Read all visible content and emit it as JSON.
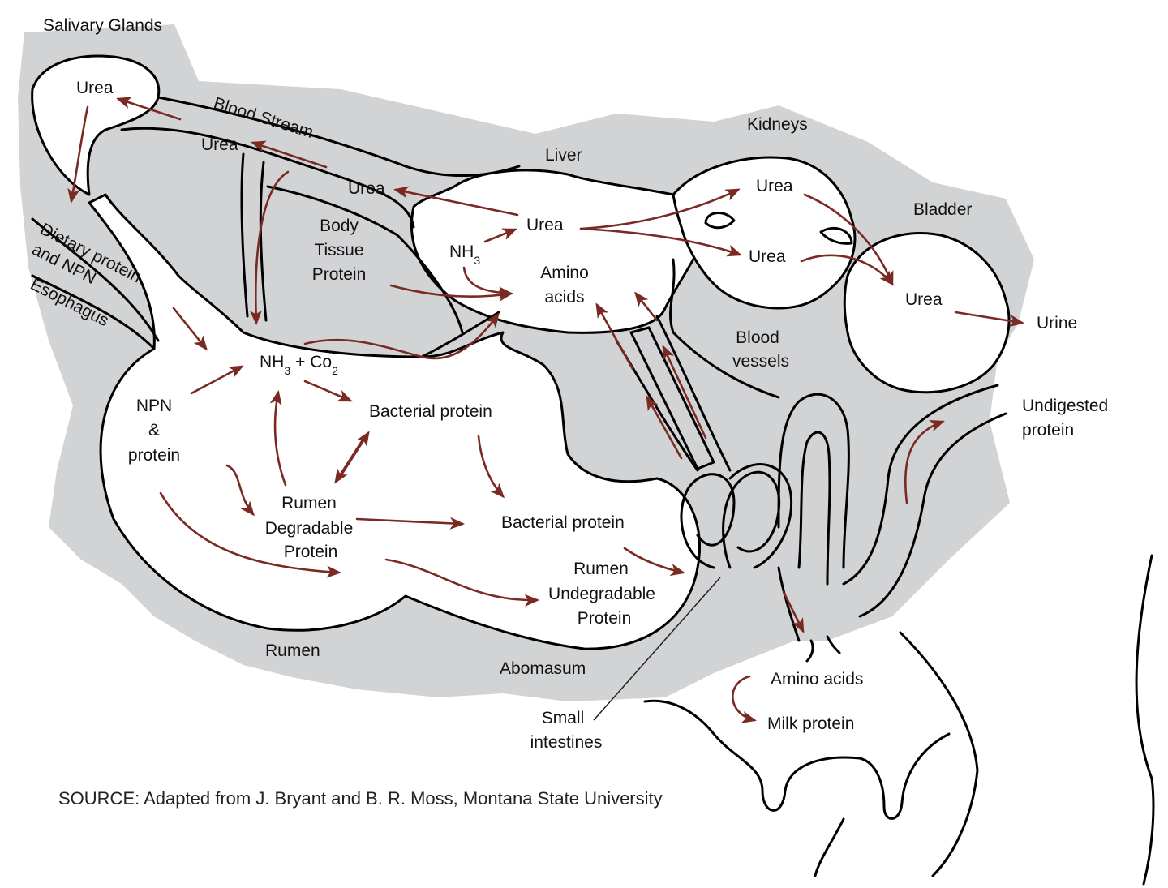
{
  "colors": {
    "arrow": "#7a2a22",
    "shadow": "#d2d3d5",
    "outline": "#000000"
  },
  "labels": {
    "salivary_glands": "Salivary Glands",
    "blood_stream": "Blood Stream",
    "kidneys": "Kidneys",
    "liver": "Liver",
    "bladder": "Bladder",
    "urea_salivary": "Urea",
    "urea_blood": "Urea",
    "urea_tissue": "Urea",
    "urea_liver": "Urea",
    "urea_kidney_top": "Urea",
    "urea_kidney_mid": "Urea",
    "urea_bladder": "Urea",
    "urine": "Urine",
    "dietary_protein": "Dietary protein",
    "and_npn": "and NPN",
    "esophagus": "Esophagus",
    "body_tissue_1": "Body",
    "body_tissue_2": "Tissue",
    "body_tissue_3": "Protein",
    "nh3_liver": "NH",
    "nh3_liver_sub": "3",
    "amino_acids_liver_1": "Amino",
    "amino_acids_liver_2": "acids",
    "blood_vessels_1": "Blood",
    "blood_vessels_2": "vessels",
    "nh3_rumen": "NH",
    "nh3_rumen_sub": "3",
    "co2_rumen": "+ Co",
    "co2_rumen_sub": "2",
    "npn_protein_1": "NPN",
    "npn_protein_2": "&",
    "npn_protein_3": "protein",
    "bacterial_protein_rumen": "Bacterial protein",
    "bacterial_protein_abomasum": "Bacterial protein",
    "rdp_1": "Rumen",
    "rdp_2": "Degradable",
    "rdp_3": "Protein",
    "rup_1": "Rumen",
    "rup_2": "Undegradable",
    "rup_3": "Protein",
    "undigested_1": "Undigested",
    "undigested_2": "protein",
    "rumen": "Rumen",
    "abomasum": "Abomasum",
    "small_intestines_1": "Small",
    "small_intestines_2": "intestines",
    "amino_acids_udder": "Amino acids",
    "milk_protein": "Milk protein"
  },
  "source": "SOURCE: Adapted from J. Bryant and B. R. Moss, Montana State University"
}
